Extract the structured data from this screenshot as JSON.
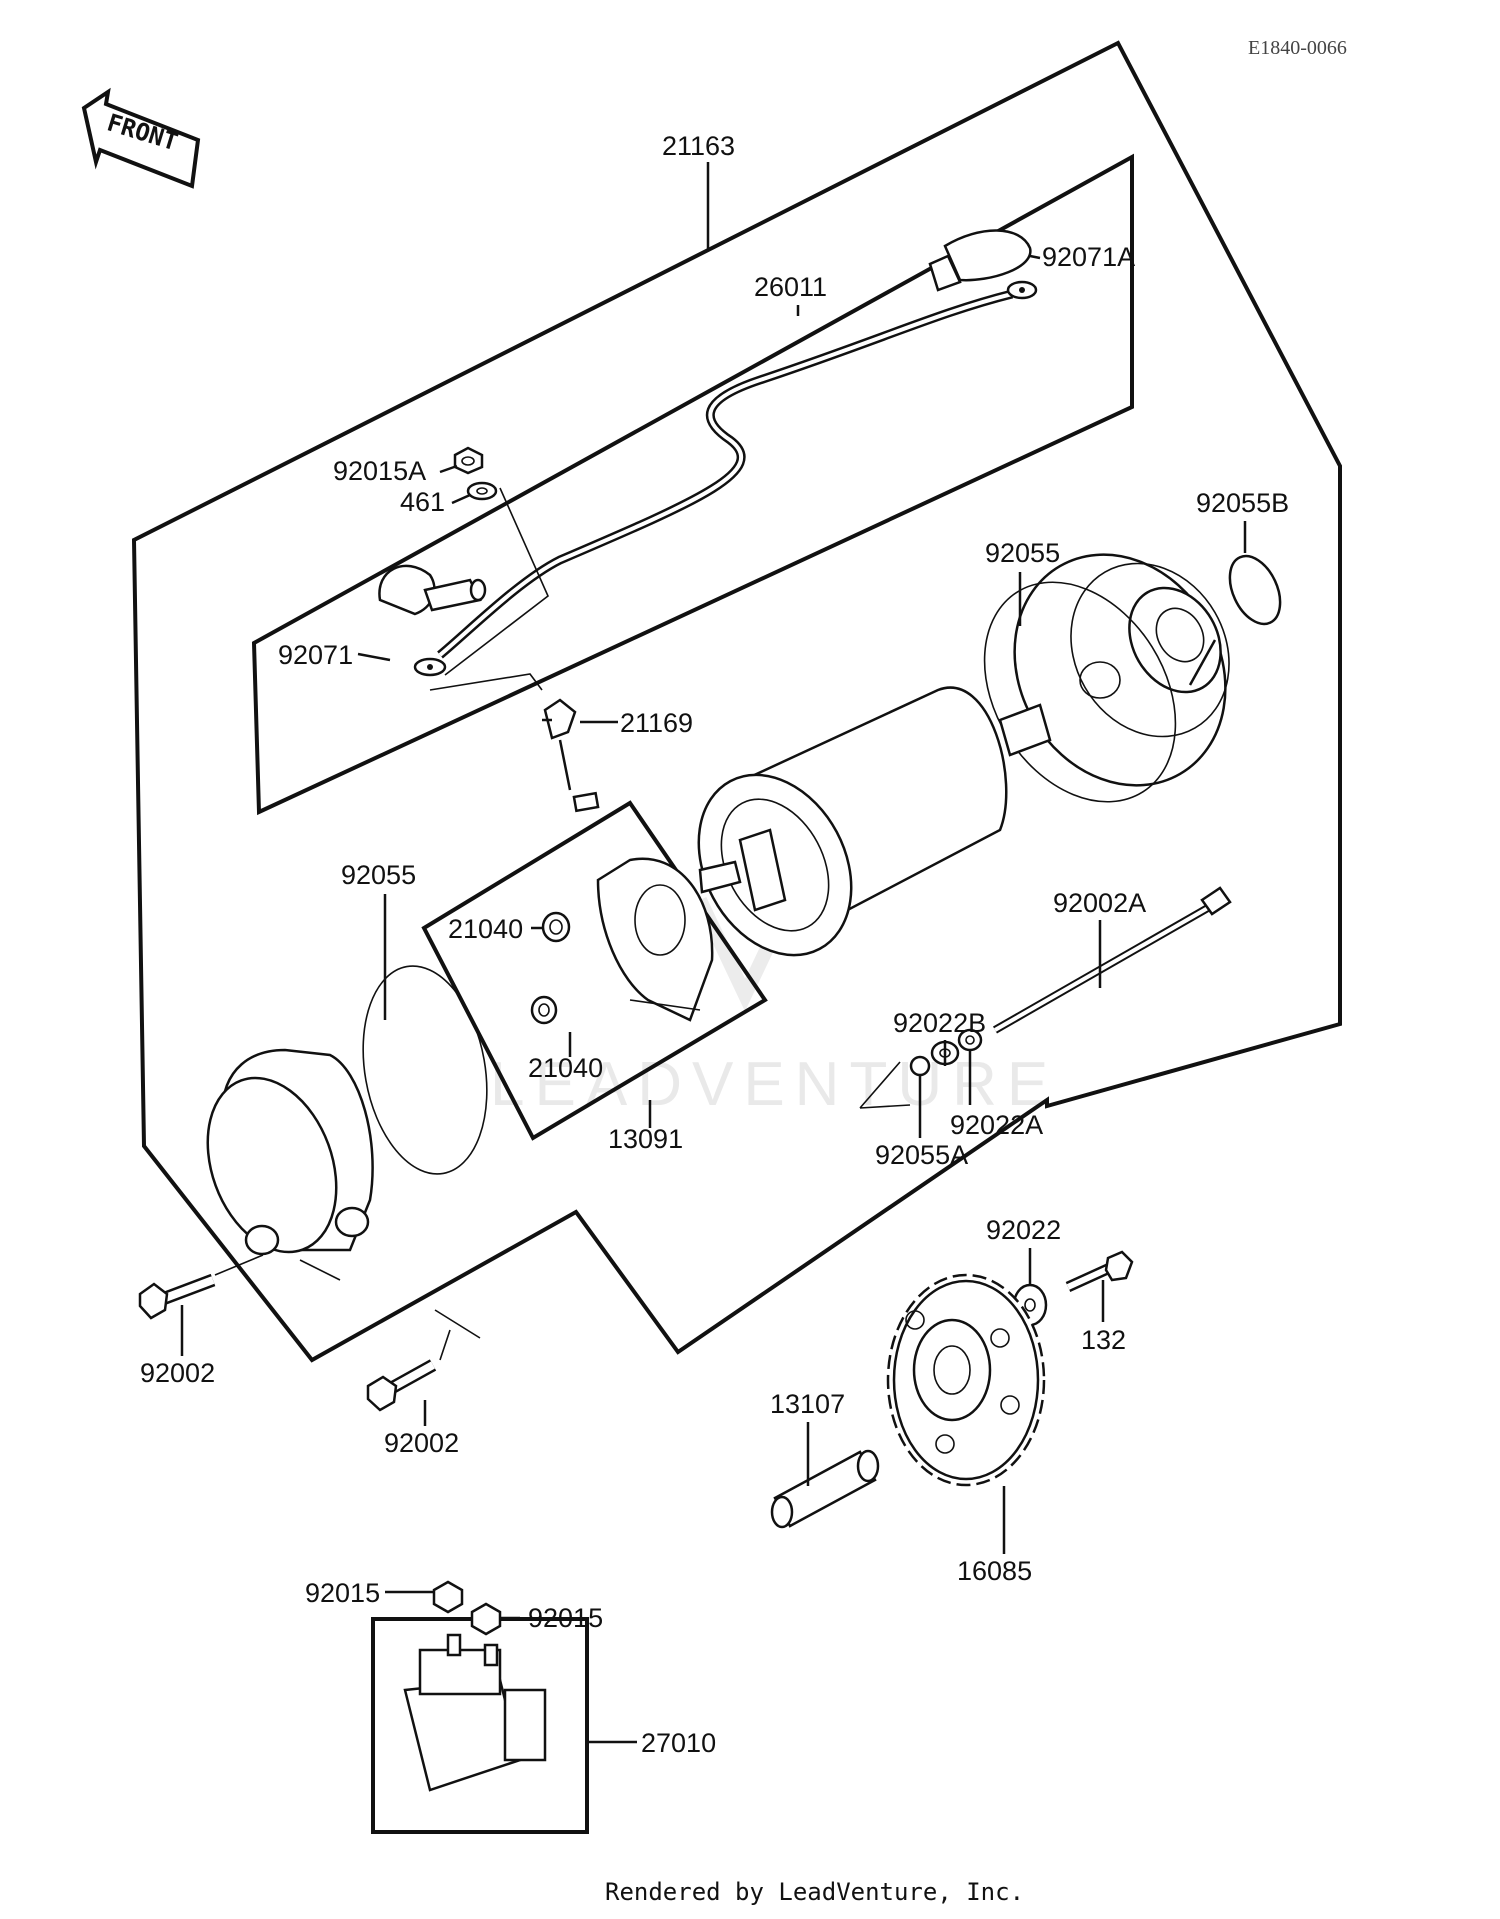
{
  "diagram_code": "E1840-0066",
  "front_label": "FRONT",
  "watermark": "LEADVENTURE",
  "footer": "Rendered by LeadVenture, Inc.",
  "parts": [
    {
      "id": "p21163",
      "label": "21163"
    },
    {
      "id": "p26011",
      "label": "26011"
    },
    {
      "id": "p92071A",
      "label": "92071A"
    },
    {
      "id": "p92015A",
      "label": "92015A"
    },
    {
      "id": "p461",
      "label": "461"
    },
    {
      "id": "p92071",
      "label": "92071"
    },
    {
      "id": "p21169",
      "label": "21169"
    },
    {
      "id": "p92055B",
      "label": "92055B"
    },
    {
      "id": "p92055_top",
      "label": "92055"
    },
    {
      "id": "p92055_left",
      "label": "92055"
    },
    {
      "id": "p21040_a",
      "label": "21040"
    },
    {
      "id": "p21040_b",
      "label": "21040"
    },
    {
      "id": "p13091",
      "label": "13091"
    },
    {
      "id": "p92002A",
      "label": "92002A"
    },
    {
      "id": "p92022B",
      "label": "92022B"
    },
    {
      "id": "p92022A",
      "label": "92022A"
    },
    {
      "id": "p92055A",
      "label": "92055A"
    },
    {
      "id": "p92022",
      "label": "92022"
    },
    {
      "id": "p132",
      "label": "132"
    },
    {
      "id": "p13107",
      "label": "13107"
    },
    {
      "id": "p16085",
      "label": "16085"
    },
    {
      "id": "p92002_a",
      "label": "92002"
    },
    {
      "id": "p92002_b",
      "label": "92002"
    },
    {
      "id": "p92015_a",
      "label": "92015"
    },
    {
      "id": "p92015_b",
      "label": "92015"
    },
    {
      "id": "p27010",
      "label": "27010"
    }
  ]
}
